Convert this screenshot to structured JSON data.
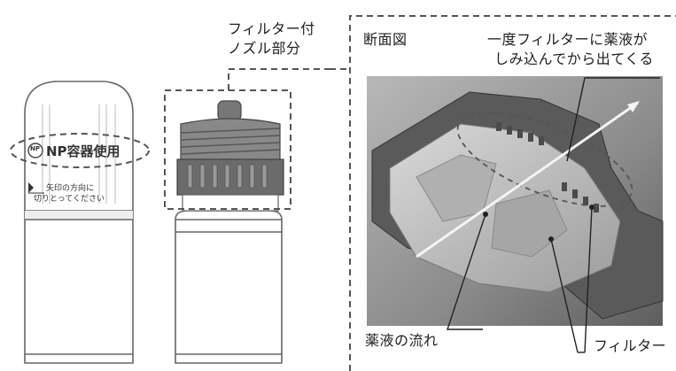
{
  "labels": {
    "filter_nozzle_line1": "フィルター付",
    "filter_nozzle_line2": "ノズル部分",
    "section_title": "断面図",
    "absorb_line1": "一度フィルターに薬液が",
    "absorb_line2": "しみ込んでから出てくる",
    "liquid_flow": "薬液の流れ",
    "filter": "フィルター"
  },
  "bottle_label": {
    "np_badge": "NP",
    "np_text": "NP容器使用",
    "tear_line1": "矢印の方向に",
    "tear_line2": "切りとってください"
  },
  "colors": {
    "line": "#555555",
    "bottle_fill": "#ffffff",
    "cap_dark": "#6e6e6e",
    "section_bg": "#8c8c8c"
  },
  "icons": [
    "np-logo-icon",
    "tear-arrow-icon"
  ]
}
